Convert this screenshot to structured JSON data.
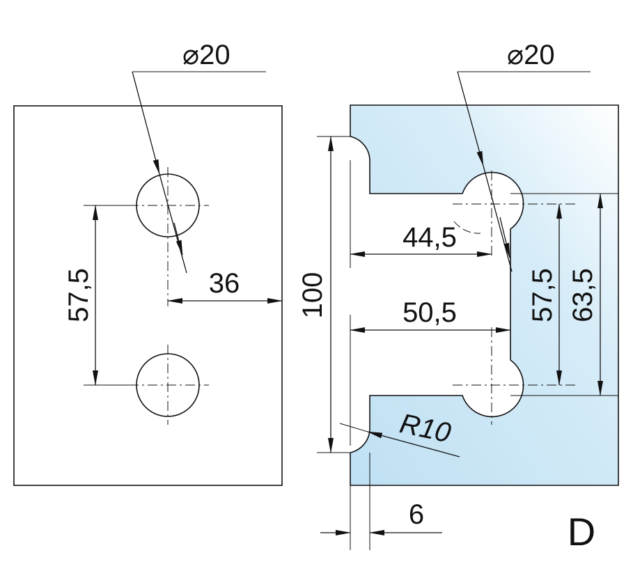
{
  "left_plate": {
    "hole_diameter_label": "⌀20",
    "hole_spacing_label": "57,5",
    "edge_distance_label": "36"
  },
  "right_plate": {
    "hole_diameter_label": "⌀20",
    "height_label": "100",
    "hole_depth_label": "44,5",
    "cutout_depth_label": "50,5",
    "hole_spacing_label": "57,5",
    "cutout_height_label": "63,5",
    "radius_label": "R10",
    "offset_label": "6"
  },
  "variant_label": "D",
  "colors": {
    "glass_light": "#ffffff",
    "glass_blue": "#c4e2f4",
    "line": "#111111"
  }
}
